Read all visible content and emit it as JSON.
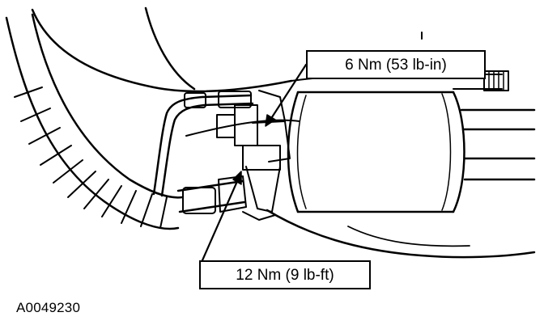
{
  "callouts": {
    "top_torque": "6 Nm (53 lb-in)",
    "bottom_torque": "12 Nm (9 lb-ft)"
  },
  "figure_id": "A0049230",
  "colors": {
    "line": "#000000",
    "background": "#ffffff"
  }
}
